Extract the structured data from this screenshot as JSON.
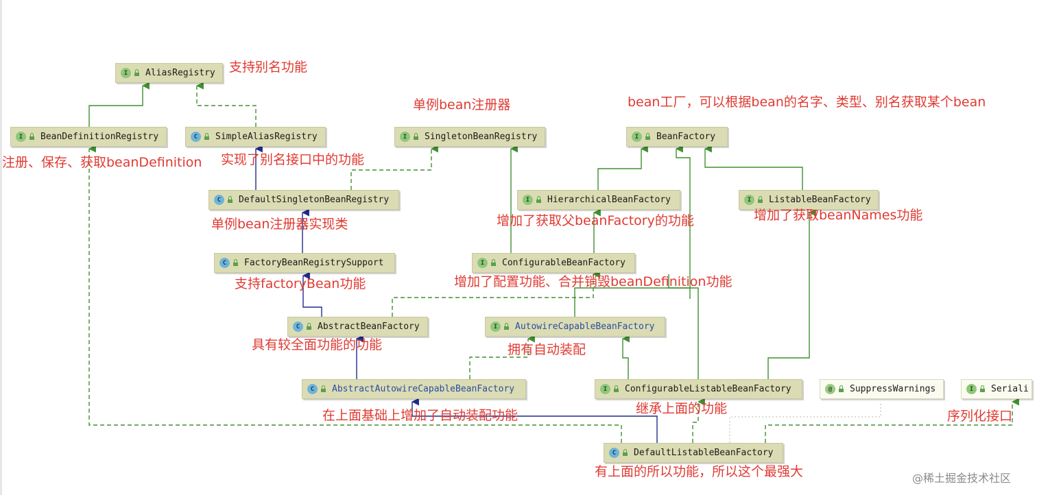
{
  "nodes": [
    {
      "id": "aliasRegistry",
      "name": "AliasRegistry",
      "kind": "I",
      "abstract": false
    },
    {
      "id": "beanDefinitionRegistry",
      "name": "BeanDefinitionRegistry",
      "kind": "I",
      "abstract": false
    },
    {
      "id": "simpleAliasRegistry",
      "name": "SimpleAliasRegistry",
      "kind": "C",
      "abstract": false
    },
    {
      "id": "singletonBeanRegistry",
      "name": "SingletonBeanRegistry",
      "kind": "I",
      "abstract": false
    },
    {
      "id": "beanFactory",
      "name": "BeanFactory",
      "kind": "I",
      "abstract": false
    },
    {
      "id": "defaultSingletonBeanRegistry",
      "name": "DefaultSingletonBeanRegistry",
      "kind": "C",
      "abstract": false
    },
    {
      "id": "hierarchicalBeanFactory",
      "name": "HierarchicalBeanFactory",
      "kind": "I",
      "abstract": false
    },
    {
      "id": "listableBeanFactory",
      "name": "ListableBeanFactory",
      "kind": "I",
      "abstract": false
    },
    {
      "id": "factoryBeanRegistrySupport",
      "name": "FactoryBeanRegistrySupport",
      "kind": "C",
      "abstract": false
    },
    {
      "id": "configurableBeanFactory",
      "name": "ConfigurableBeanFactory",
      "kind": "I",
      "abstract": false
    },
    {
      "id": "abstractBeanFactory",
      "name": "AbstractBeanFactory",
      "kind": "C",
      "abstract": false
    },
    {
      "id": "autowireCapableBeanFactory",
      "name": "AutowireCapableBeanFactory",
      "kind": "I",
      "abstract": true
    },
    {
      "id": "abstractAutowireCapableBeanFactory",
      "name": "AbstractAutowireCapableBeanFactory",
      "kind": "C",
      "abstract": true
    },
    {
      "id": "configurableListableBeanFactory",
      "name": "ConfigurableListableBeanFactory",
      "kind": "I",
      "abstract": false
    },
    {
      "id": "suppressWarnings",
      "name": "SuppressWarnings",
      "kind": "@",
      "abstract": false
    },
    {
      "id": "serializable",
      "name": "Seriali",
      "kind": "I",
      "abstract": false
    },
    {
      "id": "defaultListableBeanFactory",
      "name": "DefaultListableBeanFactory",
      "kind": "C",
      "abstract": false
    }
  ],
  "notes": {
    "alias": "支持别名功能",
    "singleton": "单例bean注册器",
    "beanFactory": "bean工厂，可以根据bean的名字、类型、别名获取某个bean",
    "beanDefReg": "注册、保存、获取beanDefinition",
    "simpleAlias": "实现了别名接口中的功能",
    "defaultSingleton": "单例bean注册器实现类",
    "hierarchical": "增加了获取父beanFactory的功能",
    "listable": "增加了获取beanNames功能",
    "factoryBeanSupport": "支持factoryBean功能",
    "configurable": "增加了配置功能、合并销毁beanDefinition功能",
    "abstractBF": "具有较全面功能的功能",
    "autowire": "拥有自动装配",
    "abstractAutowire": "在上面基础上增加了自动装配功能",
    "configurableListable": "继承上面的功能",
    "serializable": "序列化接口",
    "defaultListable": "有上面的所以功能，所以这个最强大"
  },
  "watermark": "@稀土掘金技术社区",
  "colors": {
    "interfaceLine": "#3f8f2f",
    "classLine": "#1f2a8c",
    "note": "#e03a32",
    "nodeFill": "#dcdcb4"
  }
}
